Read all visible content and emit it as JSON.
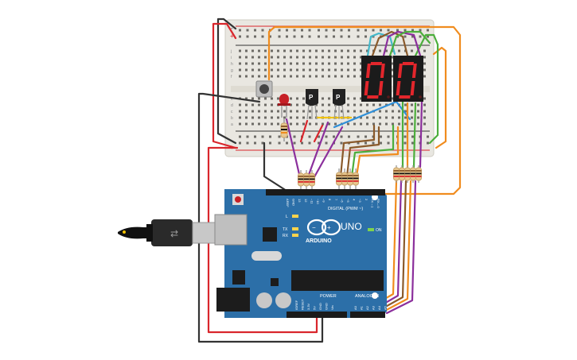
{
  "board": {
    "brand": "ARDUINO",
    "model": "UNO",
    "digital_header": "DIGITAL (PWM ~)",
    "power_header": "POWER",
    "analog_header": "ANALOG IN",
    "on_label": "ON",
    "l_label": "L",
    "tx_label": "TX",
    "rx_label": "RX",
    "top_pins": [
      "AREF",
      "GND",
      "13",
      "12",
      "~11",
      "~10",
      "~9",
      "8",
      "7",
      "~6",
      "~5",
      "4",
      "~3",
      "2",
      "TX→1",
      "RX←0"
    ],
    "power_pins": [
      "IOREF",
      "RESET",
      "3.3V",
      "5V",
      "GND",
      "GND",
      "Vin"
    ],
    "analog_pins": [
      "A0",
      "A1",
      "A2",
      "A3",
      "A4",
      "A5"
    ]
  },
  "breadboard": {
    "row_letters": [
      "j",
      "i",
      "h",
      "g",
      "f",
      "e",
      "d",
      "c",
      "b",
      "a"
    ],
    "plus": "+",
    "minus": "-"
  },
  "components": {
    "transistor_1_label": "P",
    "transistor_2_label": "P",
    "display": {
      "digit_1": "0",
      "digit_2": "0"
    }
  },
  "colors": {
    "board": "#2c6fa8",
    "breadboard": "#e9e7e1",
    "wire_red": "#d9262c",
    "wire_black": "#333333",
    "wire_orange": "#f08c1e",
    "wire_purple": "#8b2f9c",
    "wire_green": "#4cae3c",
    "wire_blue": "#2f8fd8",
    "wire_brown": "#8a5a2b",
    "wire_cyan": "#42b7c9",
    "wire_yellow": "#f2c200",
    "segment_on": "#e3262c",
    "display_body": "#1b1b1b"
  }
}
